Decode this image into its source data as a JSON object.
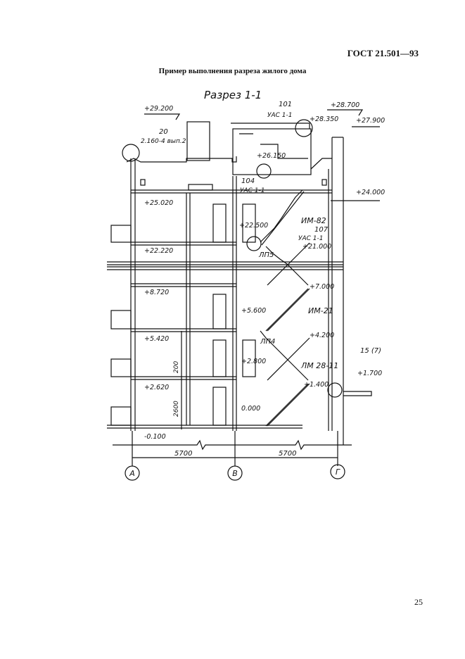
{
  "header": {
    "standard": "ГОСТ 21.501—93"
  },
  "caption": "Пример выполнения разреза жилого дома",
  "page_number": "25",
  "drawing": {
    "section_title": "Разрез 1-1",
    "levels": {
      "top": "+29.200",
      "ridge": "+28.700",
      "roof": "+27.900",
      "machine_room": "+28.350",
      "stair_top": "+26.150",
      "attic": "+24.000",
      "f9": "+25.020",
      "landing_9": "+22.500",
      "f8": "+22.220",
      "f8_right": "+21.000",
      "f4": "+8.720",
      "f4_right": "+7.000",
      "landing_3": "+5.600",
      "f3": "+5.420",
      "f3_right": "+4.200",
      "landing_2": "+2.800",
      "f2": "+2.620",
      "entrance": "+1.700",
      "landing_1": "+1.400",
      "zero": "0.000",
      "ground": "-0.100"
    },
    "callouts": {
      "node_20": "20",
      "node_20_ref": "2.160-4 вып.2",
      "node_101": "101",
      "node_101_ref": "УАС 1-1",
      "node_104": "104",
      "node_104_ref": "УАС 1-1",
      "node_107": "107",
      "node_107_ref": "УАС 1-1",
      "node_15": "15 (7)"
    },
    "marks": {
      "im82": "ИМ-82",
      "lp5": "ЛП5",
      "im21": "ИМ-21",
      "lp4": "ЛП4",
      "lm": "ЛМ 28-11"
    },
    "dims": {
      "d1": "5700",
      "d2": "5700",
      "h200": "200",
      "h2600": "2600"
    },
    "axes": {
      "a": "А",
      "v": "В",
      "g": "Г"
    }
  }
}
